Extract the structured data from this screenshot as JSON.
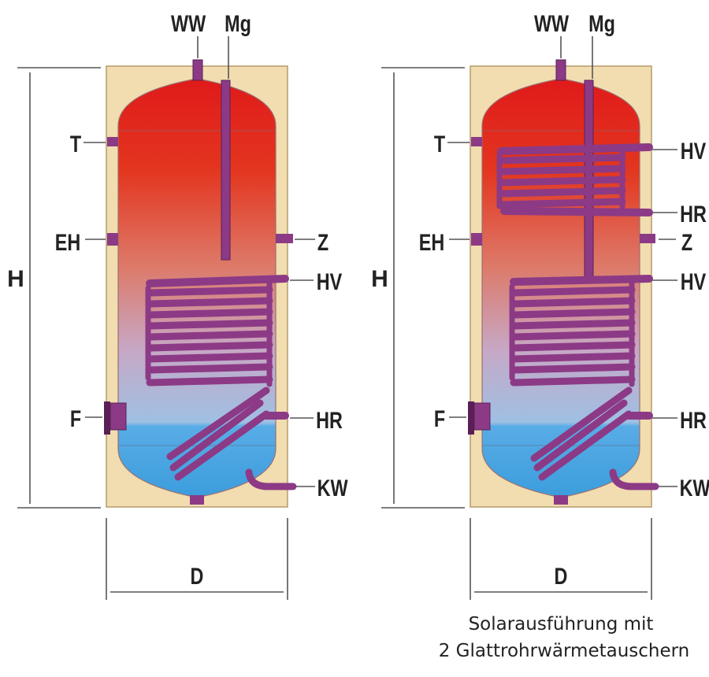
{
  "tank_left": {
    "labels": {
      "ww": "WW",
      "mg": "Mg",
      "t": "T",
      "eh": "EH",
      "z": "Z",
      "hv": "HV",
      "f": "F",
      "hr": "HR",
      "kw": "KW",
      "h": "H",
      "d": "D"
    }
  },
  "tank_right": {
    "labels": {
      "ww": "WW",
      "mg": "Mg",
      "t": "T",
      "eh": "EH",
      "z": "Z",
      "hv_upper": "HV",
      "hr_upper": "HR",
      "hv_lower": "HV",
      "f": "F",
      "hr_lower": "HR",
      "kw": "KW",
      "h": "H",
      "d": "D"
    },
    "caption_line1": "Solarausführung mit",
    "caption_line2": "2 Glattrohrwärmetauschern"
  },
  "colors": {
    "insulation": "#f1ddb0",
    "hot_water": "#e3241f",
    "cold_water": "#4aa6e3",
    "pipe": "#8c3a86",
    "text": "#222222"
  }
}
